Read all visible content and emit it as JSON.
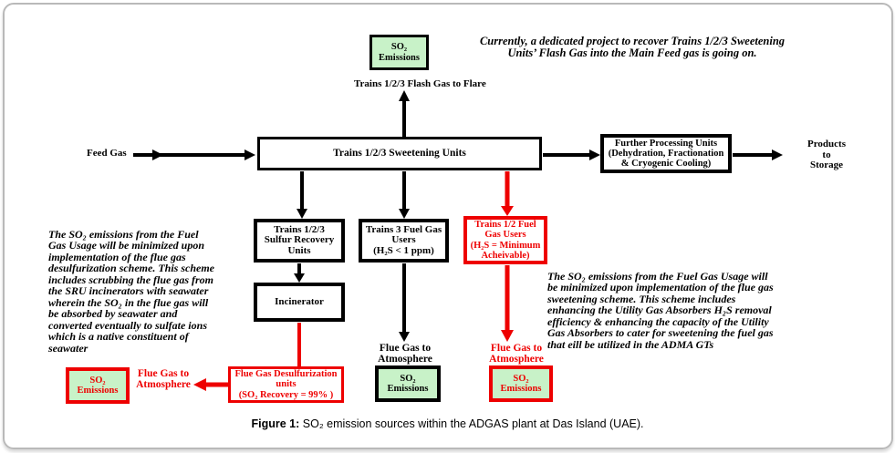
{
  "colors": {
    "accent_red": "#ee0000",
    "emission_green": "#c8f2c8",
    "line_black": "#000000",
    "frame_gray": "#b9b9b9"
  },
  "boxes": {
    "so2_top": "SO₂\nEmissions",
    "main": "Trains 1/2/3 Sweetening Units",
    "further": "Further Processing Units\n(Dehydration, Fractionation\n& Cryogenic Cooling)",
    "sru": "Trains 1/2/3\nSulfur Recovery\nUnits",
    "t3_users": "Trains 3 Fuel Gas\nUsers\n(H₂S < 1 ppm)",
    "t12_users": "Trains 1/2 Fuel\nGas Users\n(H₂S = Minimum\nAcheivable)",
    "incinerator": "Incinerator",
    "fgd": "Flue Gas Desulfurization\nunits\n(SO₂ Recovery = 99% )",
    "so2_left": "SO₂\nEmissions",
    "so2_mid": "SO₂\nEmissions",
    "so2_right": "SO₂\nEmissions"
  },
  "labels": {
    "feed_gas": "Feed Gas",
    "flash_to_flare": "Trains 1/2/3 Flash Gas to Flare",
    "products": "Products\nto\nStorage",
    "flue_left": "Flue Gas to\nAtmosphere",
    "flue_mid": "Flue Gas to\nAtmosphere",
    "flue_right": "Flue Gas to\nAtmosphere"
  },
  "notes": {
    "top": "Currently, a dedicated project to recover Trains 1/2/3 Sweetening\nUnits’ Flash Gas into the Main Feed gas is going on.",
    "left": "The SO₂ emissions from the Fuel\nGas Usage will be minimized upon\nimplementation of the flue gas\ndesulfurization scheme. This scheme\nincludes scrubbing the flue gas from\nthe SRU incinerators with seawater\nwherein the SO₂ in the flue gas will\nbe absorbed by seawater and\nconverted eventually to sulfate ions\nwhich is a native constituent of\nseawater",
    "right": "The SO₂ emissions from the Fuel Gas Usage will\nbe minimized upon implementation of the flue gas\nsweetening scheme. This scheme includes\nenhancing the Utility Gas Absorbers H₂S removal\nefficiency & enhancing the capacity of the Utility\nGas Absorbers to cater for sweetening the fuel gas\nthat eill be utilized in the ADMA GTs"
  },
  "caption": {
    "prefix": "Figure 1:",
    "text": " SO₂ emission sources within the ADGAS plant at Das Island (UAE)."
  }
}
